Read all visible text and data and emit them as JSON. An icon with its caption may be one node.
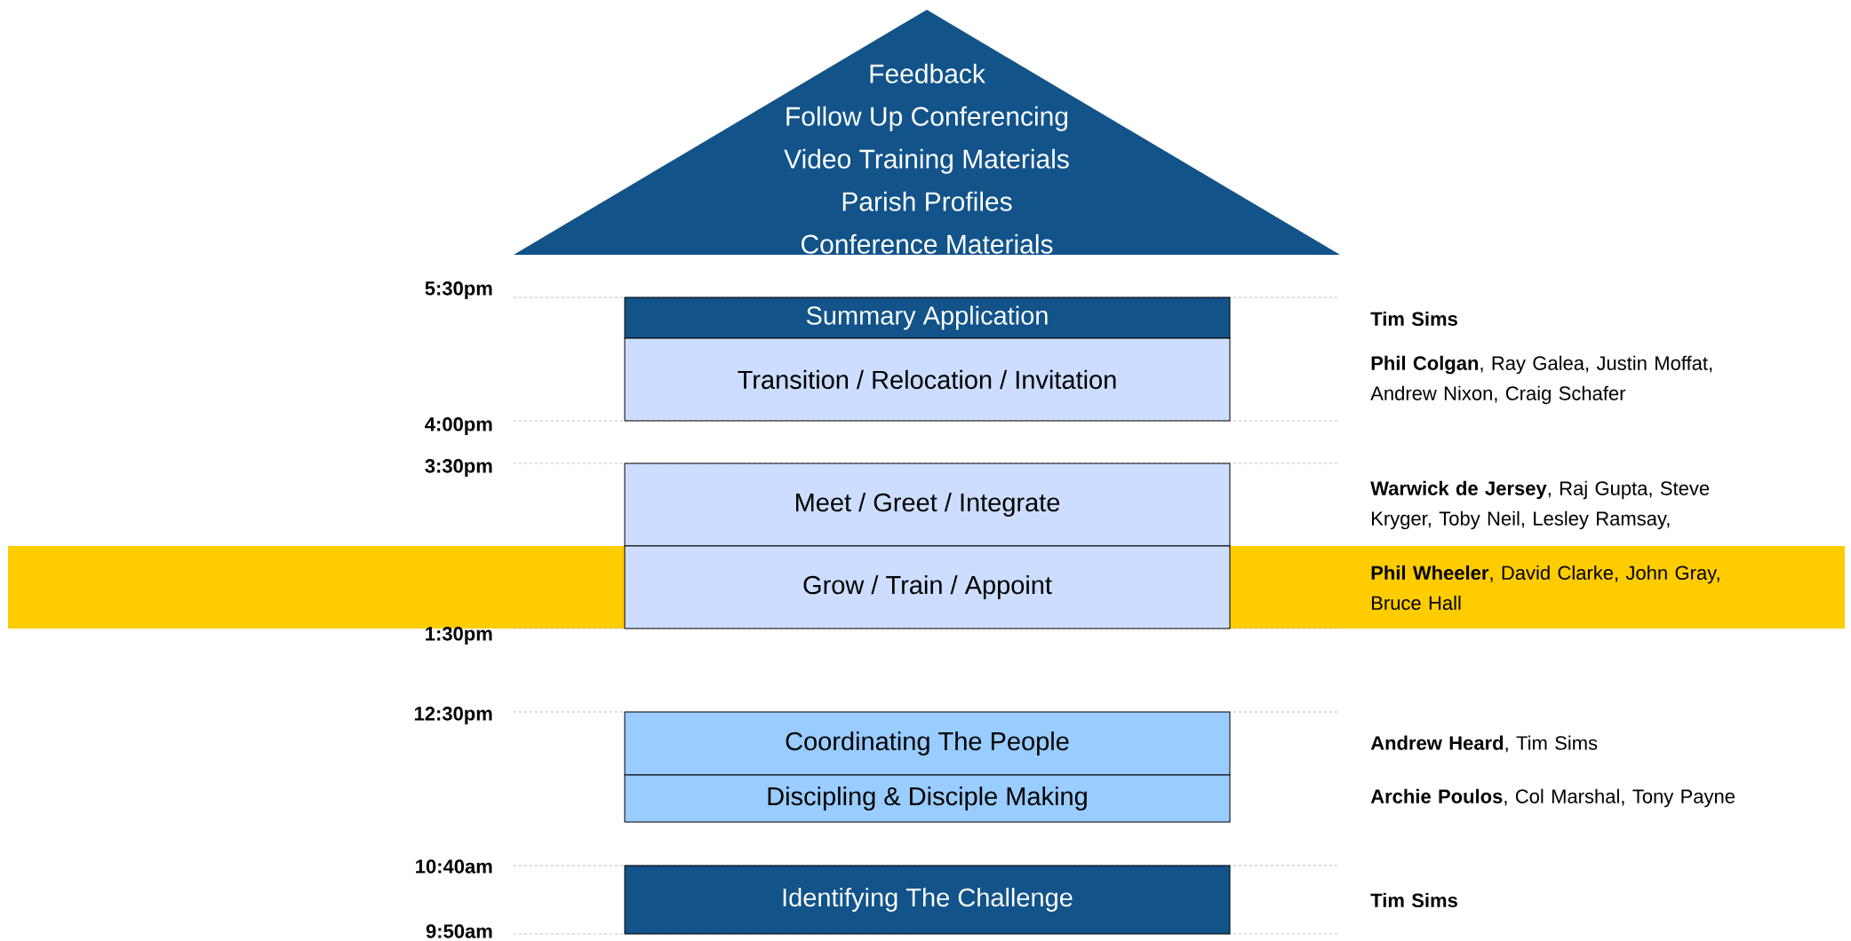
{
  "diagram": {
    "nodes": [
      {
        "text": [
          "Feedback",
          "Follow Up Conferencing",
          "Video Training Materials",
          "Parish Profiles",
          "Conference Materials"
        ]
      },
      {
        "text": [
          "Summary Application"
        ]
      },
      {
        "text": [
          "Transition / Relocation / Invitation"
        ]
      },
      {
        "text": [
          "Meet / Greet / Integrate"
        ]
      },
      {
        "text": [
          "Grow / Train / Appoint"
        ]
      },
      {
        "text": [
          "Coordinating The People"
        ]
      },
      {
        "text": [
          "Discipling & Disciple Making"
        ]
      },
      {
        "text": [
          "Identifying The Challenge"
        ]
      }
    ],
    "labels": [
      "5:30pm",
      "Tim Sims",
      "**Phil Colgan**, Ray Galea, Justin Moffat, Andrew Nixon, Craig Schafer",
      "4:00pm",
      "3:30pm",
      "**Warwick de Jersey**, Raj Gupta, Steve Kryger, Toby Neil, Lesley Ramsay,",
      "**Phil Wheeler**, David Clarke, John Gray, Bruce Hall",
      "1:30pm",
      "12:30pm",
      "**Andrew Heard**, Tim Sims",
      "**Archie Poulos**, Col Marshal, Tony Payne",
      "10:40am",
      "Tim Sims",
      "9:50am"
    ]
  }
}
